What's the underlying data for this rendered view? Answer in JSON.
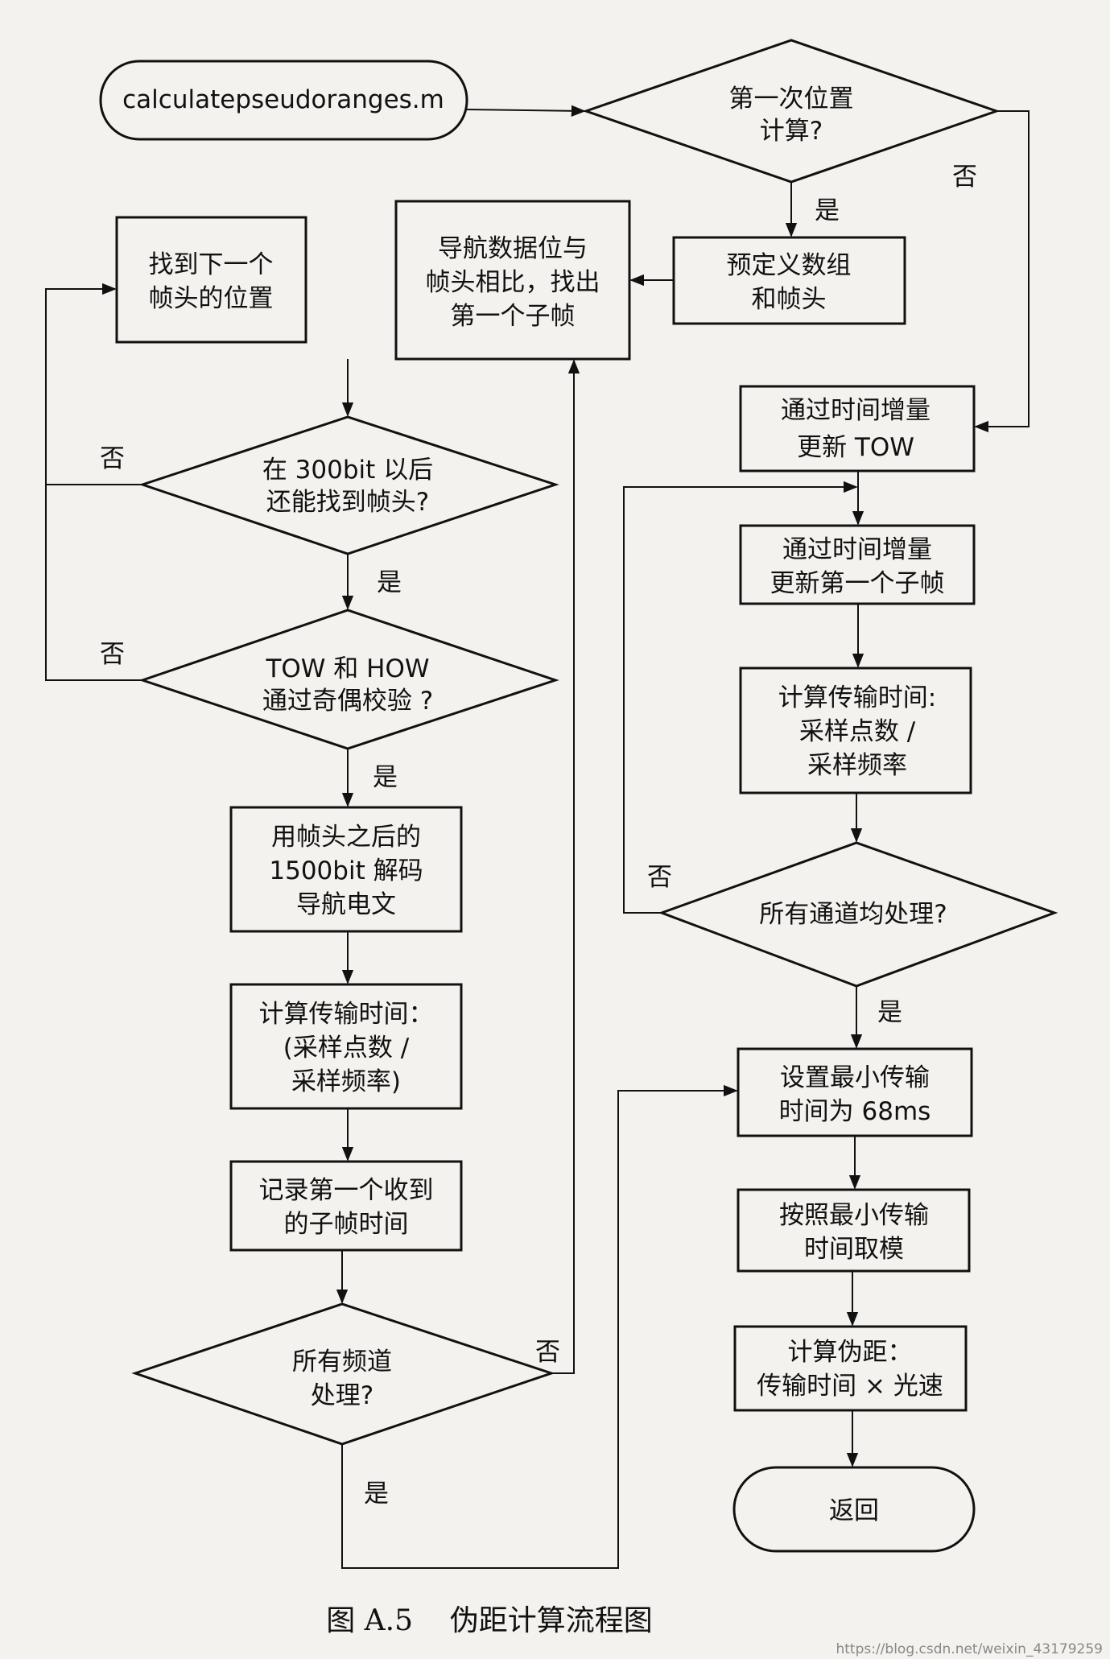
{
  "nodes": {
    "start": {
      "lines": [
        "calculatepseudoranges.m"
      ]
    },
    "first_calc": {
      "lines": [
        "第一次位置",
        "计算?"
      ]
    },
    "predefine": {
      "lines": [
        "预定义数组",
        "和帧头"
      ]
    },
    "compare": {
      "lines": [
        "导航数据位与",
        "帧头相比，找出",
        "第一个子帧"
      ]
    },
    "find_next": {
      "lines": [
        "找到下一个",
        "帧头的位置"
      ]
    },
    "find_300": {
      "lines": [
        "在 300bit 以后",
        "还能找到帧头?"
      ]
    },
    "parity": {
      "lines": [
        "TOW 和 HOW",
        "通过奇偶校验 ?"
      ]
    },
    "decode": {
      "lines": [
        "用帧头之后的",
        "1500bit 解码",
        "导航电文"
      ]
    },
    "calc_tx_left": {
      "lines": [
        "计算传输时间：",
        "(采样点数 /",
        "采样频率)"
      ]
    },
    "record": {
      "lines": [
        "记录第一个收到",
        "的子帧时间"
      ]
    },
    "all_channels_left": {
      "lines": [
        "所有频道",
        "处理?"
      ]
    },
    "update_tow": {
      "lines": [
        "通过时间增量",
        "更新 TOW"
      ]
    },
    "update_subframe": {
      "lines": [
        "通过时间增量",
        "更新第一个子帧"
      ]
    },
    "calc_tx_right": {
      "lines": [
        "计算传输时间:",
        "采样点数 /",
        "采样频率"
      ]
    },
    "all_channels_right": {
      "lines": [
        "所有通道均处理?"
      ]
    },
    "set_min": {
      "lines": [
        "设置最小传输",
        "时间为 68ms"
      ]
    },
    "modulo": {
      "lines": [
        "按照最小传输",
        "时间取模"
      ]
    },
    "pseudorange": {
      "lines": [
        "计算伪距：",
        "传输时间 × 光速"
      ]
    },
    "return": {
      "lines": [
        "返回"
      ]
    }
  },
  "labels": {
    "yes": "是",
    "no": "否"
  },
  "caption": "图 A.5    伪距计算流程图",
  "watermark": "https://blog.csdn.net/weixin_43179259"
}
